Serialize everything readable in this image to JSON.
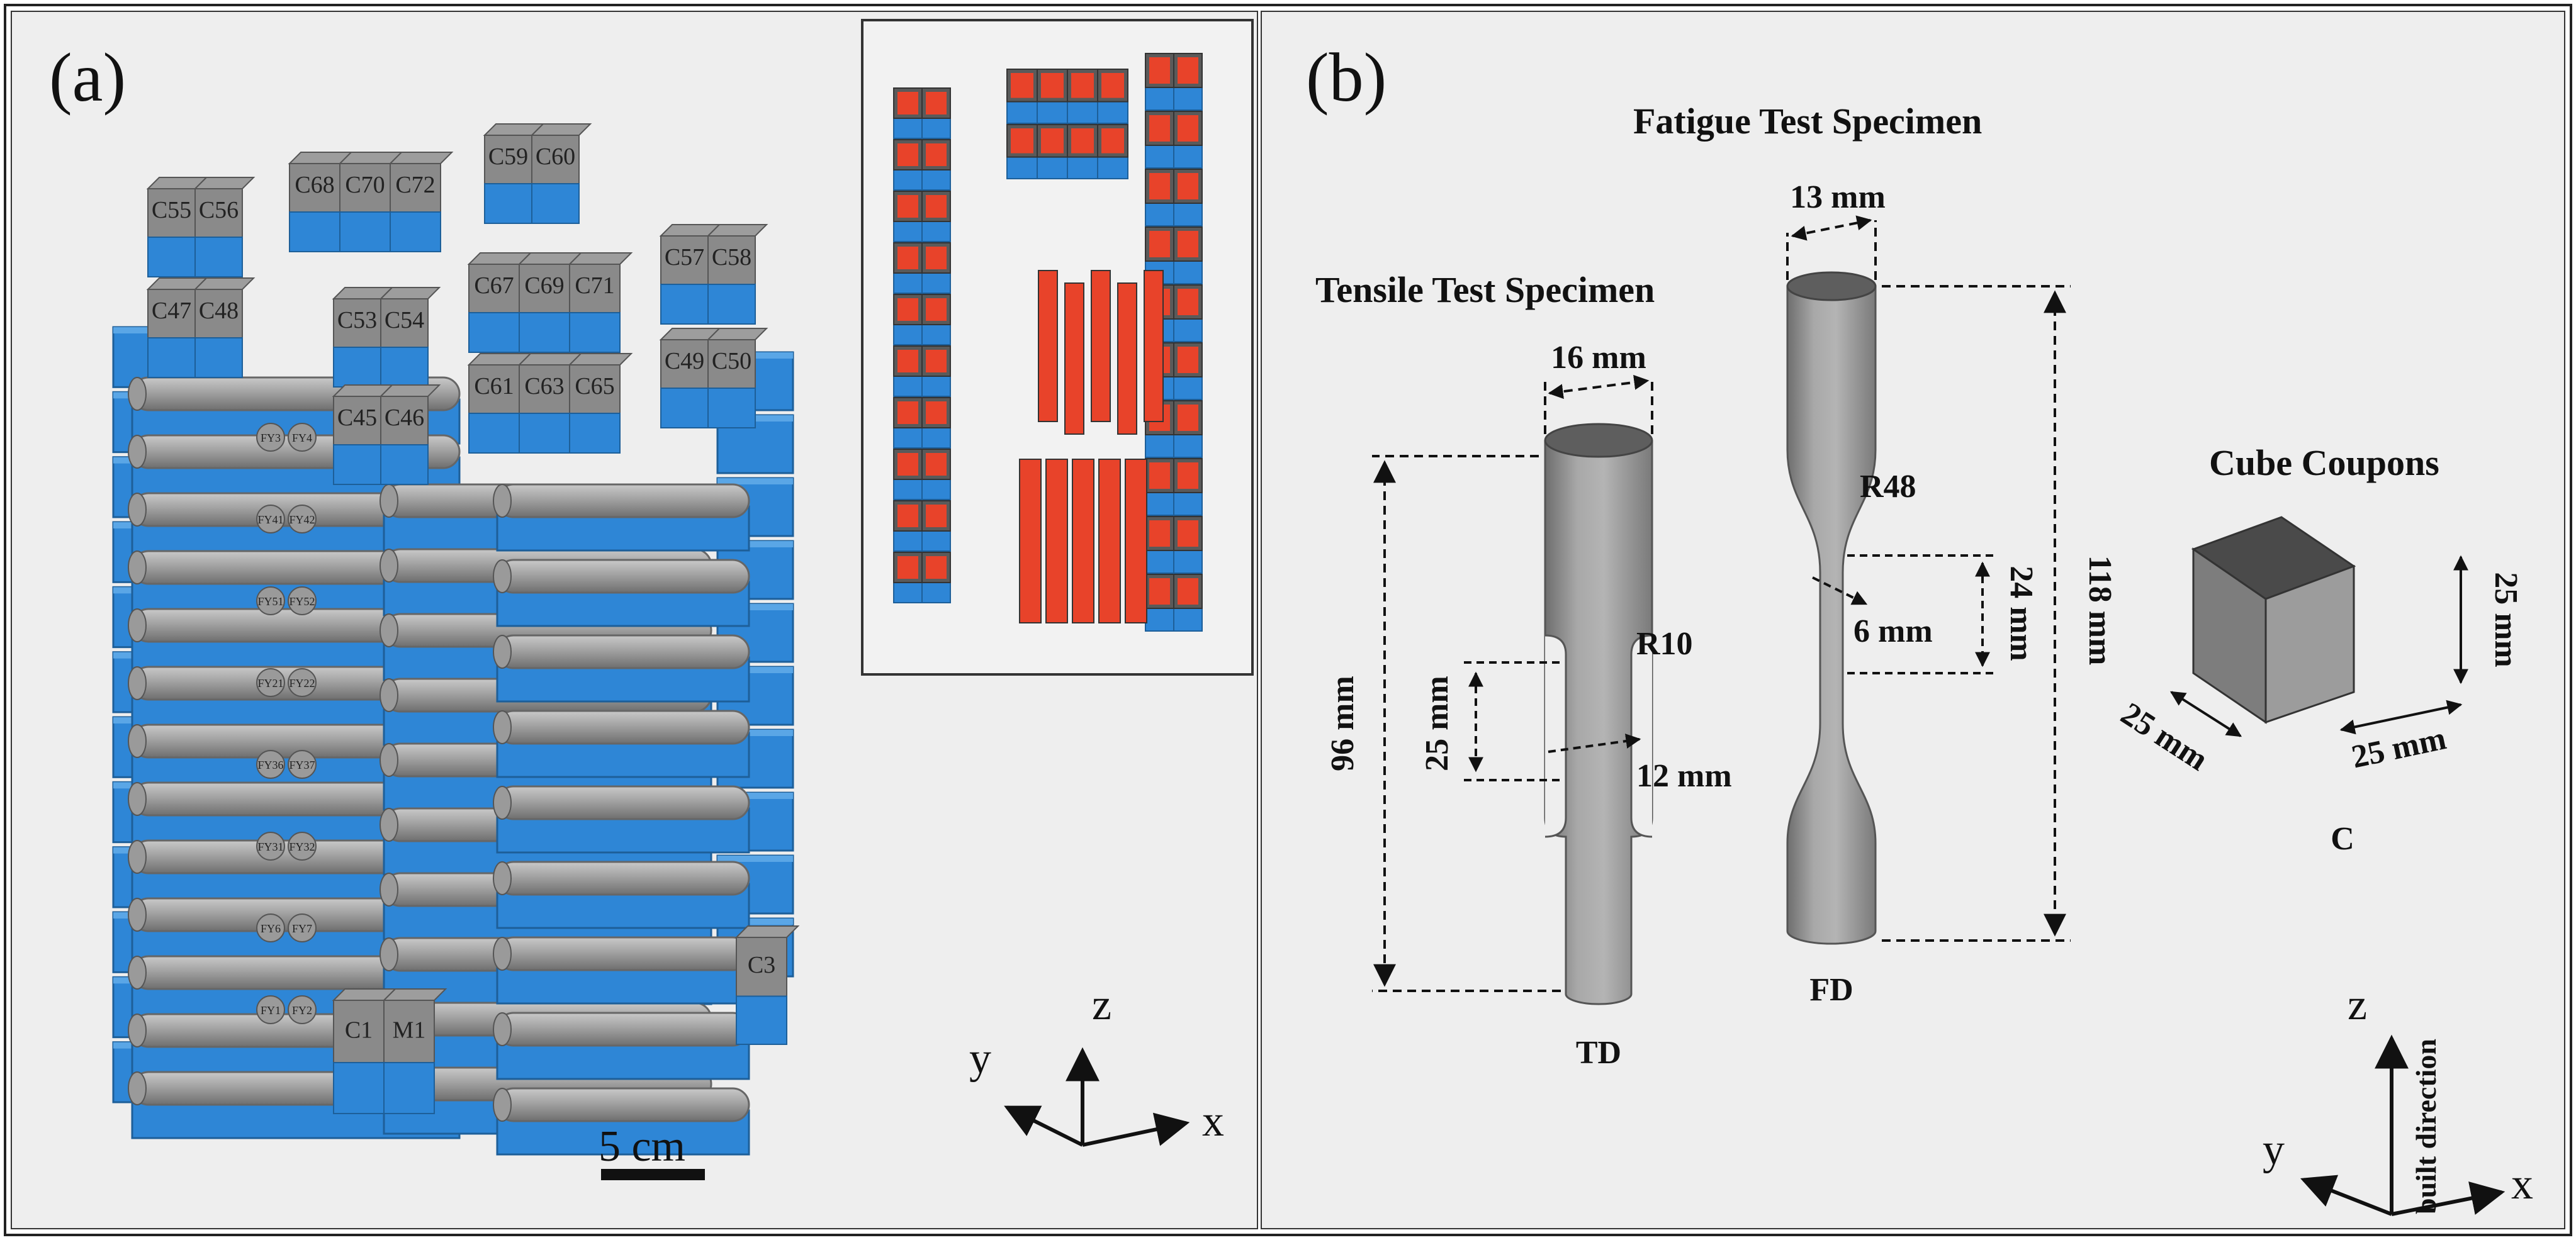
{
  "panel_a": {
    "label": "(a)",
    "scale_label": "5 cm",
    "axes": {
      "x": "x",
      "y": "y",
      "z": "z"
    },
    "cube_labels": [
      "C55",
      "C56",
      "C68",
      "C70",
      "C72",
      "C59",
      "C60",
      "C47",
      "C48",
      "C53",
      "C54",
      "C67",
      "C69",
      "C71",
      "C57",
      "C58",
      "C45",
      "C46",
      "C61",
      "C63",
      "C65",
      "C49",
      "C50",
      "C1",
      "M1",
      "C3"
    ],
    "rod_labels": [
      "FY3",
      "FY4",
      "FY41",
      "FY42",
      "FY51",
      "FY52",
      "FY21",
      "FY22",
      "FY36",
      "FY37",
      "FY31",
      "FY32",
      "FY6",
      "FY7",
      "FY1",
      "FY2"
    ]
  },
  "panel_b": {
    "label": "(b)",
    "tensile": {
      "title": "Tensile Test Specimen",
      "code": "TD",
      "width_label": "16 mm",
      "length_label": "96 mm",
      "gauge_length_label": "25 mm",
      "gauge_dia_label": "12 mm",
      "radius_label": "R10"
    },
    "fatigue": {
      "title": "Fatigue Test Specimen",
      "code": "FD",
      "width_label": "13 mm",
      "length_label": "118 mm",
      "gauge_length_label": "24 mm",
      "gauge_dia_label": "6 mm",
      "radius_label": "R48"
    },
    "cube": {
      "title": "Cube Coupons",
      "code": "C",
      "side_label": "25 mm",
      "depth_label": "25 mm",
      "height_label": "25 mm"
    },
    "axes": {
      "x": "x",
      "y": "y",
      "z": "z",
      "direction_label": "built direction"
    }
  },
  "colors": {
    "blue": "#2e86d6",
    "grey": "#8a8a8a",
    "red": "#e8432a",
    "background": "#eeeeee"
  }
}
